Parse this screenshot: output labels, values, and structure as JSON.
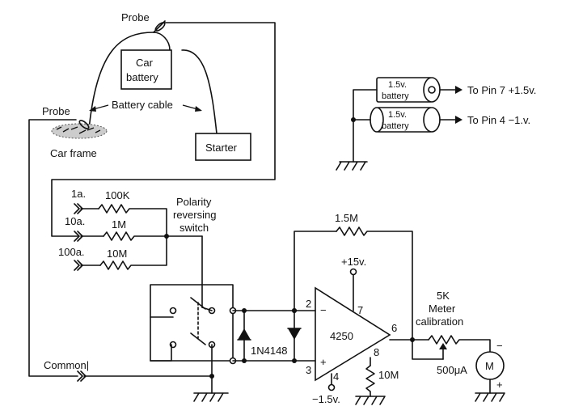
{
  "labels": {
    "probe_top": "Probe",
    "car_battery_1": "Car",
    "car_battery_2": "battery",
    "battery_cable": "Battery cable",
    "probe_left": "Probe",
    "car_frame": "Car frame",
    "starter": "Starter",
    "battery1_a": "1.5v.",
    "battery1_b": "battery",
    "battery2_a": "1.5v.",
    "battery2_b": "battery",
    "to_pin7": "To Pin 7 +1.5v.",
    "to_pin4": "To Pin 4 −1.v.",
    "range_1a": "1a.",
    "range_10a": "10a.",
    "range_100a": "100a.",
    "r_100k": "100K",
    "r_1m": "1M",
    "r_10m": "10M",
    "polarity_1": "Polarity",
    "polarity_2": "reversing",
    "polarity_3": "switch",
    "r_1_5m": "1.5M",
    "plus15": "+15v.",
    "pin2": "2",
    "minus_sign": "−",
    "pin7": "7",
    "pin6": "6",
    "ic": "4250",
    "pin3": "3",
    "plus_sign": "+",
    "pin8": "8",
    "pin4": "4",
    "minus15": "−1.5v.",
    "r_10m_b": "10M",
    "diode": "1N4148",
    "pot_1": "5K",
    "pot_2": "Meter",
    "pot_3": "calibration",
    "meter_range": "500μA",
    "meter": "M",
    "meter_minus": "−",
    "meter_plus": "+",
    "common": "Common|"
  }
}
